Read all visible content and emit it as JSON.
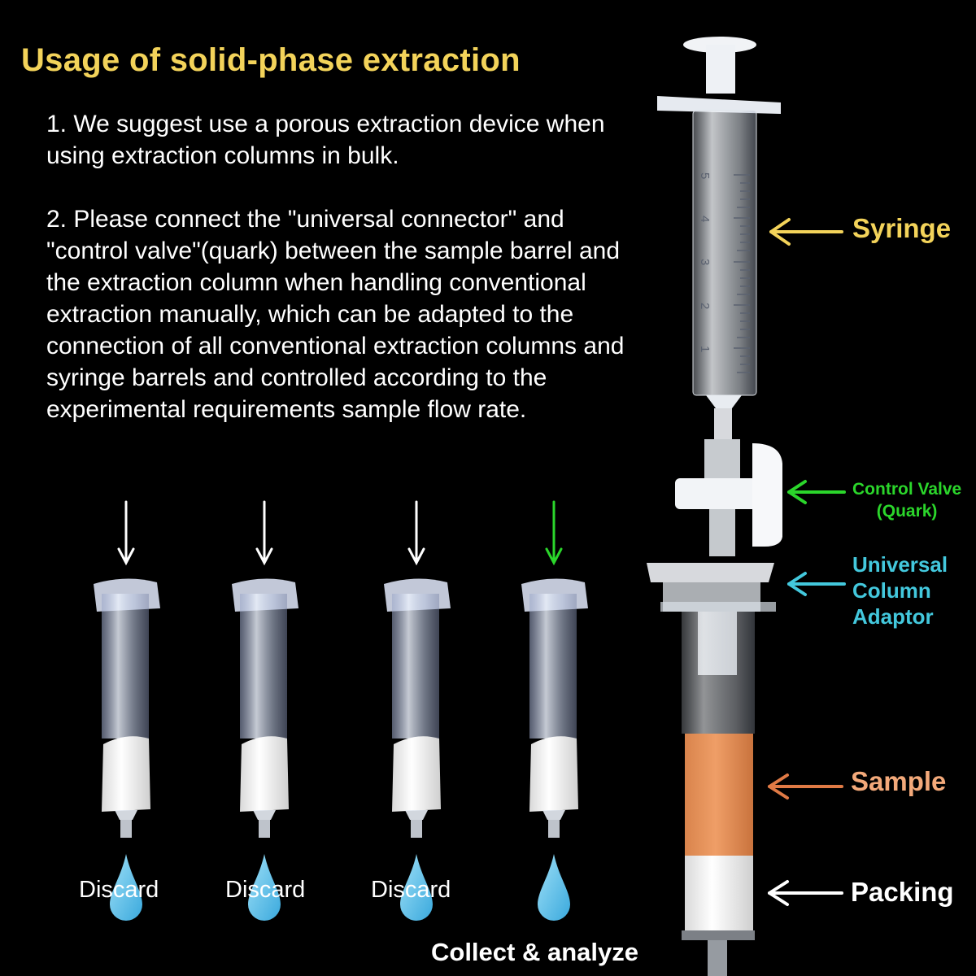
{
  "header": {
    "title": "Usage of solid-phase extraction"
  },
  "instructions": [
    "1. We suggest use a porous extraction device when using extraction columns in bulk.",
    "2. Please connect the \"universal connector\" and \"control valve\"(quark) between the sample barrel and the extraction column when handling conventional extraction manually, which can be adapted to the connection of all conventional extraction columns and syringe barrels and controlled according to the experimental requirements sample flow rate."
  ],
  "callouts": {
    "syringe": "Syringe",
    "control_valve_line1": "Control Valve",
    "control_valve_line2": "(Quark)",
    "adaptor_line1": "Universal",
    "adaptor_line2": "Column",
    "adaptor_line3": "Adaptor",
    "sample": "Sample",
    "packing": "Packing"
  },
  "syringe_scale": [
    "5",
    "4",
    "3",
    "2",
    "1"
  ],
  "columns": [
    {
      "label": "Discard",
      "arrow_color": "#ffffff"
    },
    {
      "label": "Discard",
      "arrow_color": "#ffffff"
    },
    {
      "label": "Discard",
      "arrow_color": "#ffffff"
    },
    {
      "label": "",
      "arrow_color": "#2bd62b"
    }
  ],
  "collect_label": "Collect & analyze",
  "colors": {
    "title": "#f3d35a",
    "syringe_arrow": "#f3d35a",
    "valve_arrow": "#2bd62b",
    "adaptor_arrow": "#43c8dd",
    "sample_arrow": "#e07a45",
    "packing_arrow": "#ffffff",
    "sample_band": "#e8935c",
    "droplet": "#5ec3ea"
  }
}
